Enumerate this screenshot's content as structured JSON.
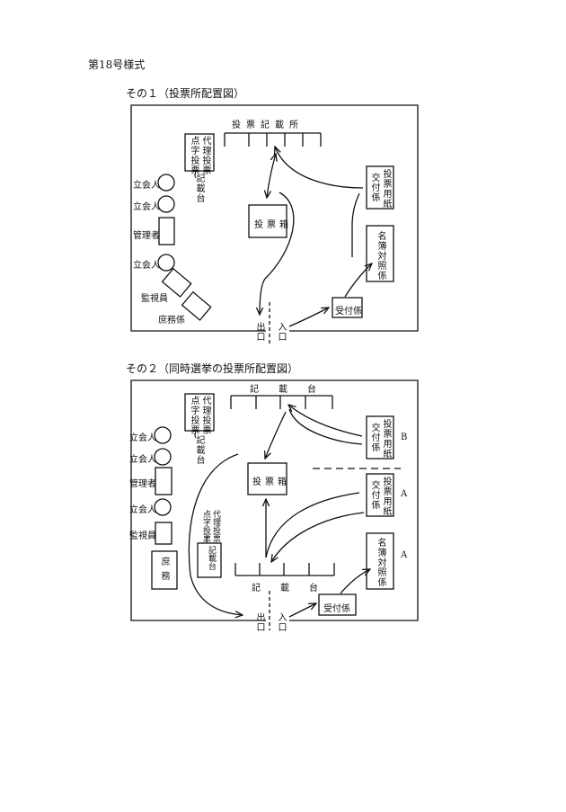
{
  "document": {
    "form_title": "第18号様式"
  },
  "diagram1": {
    "caption": "その１（投票所配置図）",
    "booth_label": "投票記載所",
    "proxy_label": "点字投票",
    "proxy_label2": "代理投票",
    "proxy_suffix": "記載台",
    "witness_1": "立会人",
    "witness_2": "立会人",
    "manager": "管理者",
    "witness_3": "立会人",
    "monitor": "監視員",
    "general": "庶務係",
    "ballot_box": "投票箱",
    "issue_desk": "交付係",
    "issue_desk2": "投票用紙",
    "register": "名簿対照係",
    "reception": "受付係",
    "exit": "出口",
    "entrance": "入口"
  },
  "diagram2": {
    "caption": "その２（同時選挙の投票所配置図）",
    "table_top": "記載台",
    "proxy_label": "点字投票",
    "proxy_label2": "代理投票",
    "proxy_suffix": "記載台",
    "witness_1": "立会人",
    "witness_2": "立会人",
    "manager": "管理者",
    "witness_3": "立会人",
    "monitor": "監視員",
    "general": "庶務",
    "ballot_box": "投票箱",
    "issue_b": "交付係",
    "issue_b2": "投票用紙",
    "mark_b": "B",
    "issue_a": "交付係",
    "issue_a2": "投票用紙",
    "mark_a1": "A",
    "register": "名簿対照係",
    "mark_a2": "A",
    "table_bottom": "記載台",
    "proxy2_label": "点字投票",
    "proxy2_label2": "代理投票",
    "proxy2_suffix": "記載台",
    "reception": "受付係",
    "exit": "出口",
    "entrance": "入口"
  }
}
